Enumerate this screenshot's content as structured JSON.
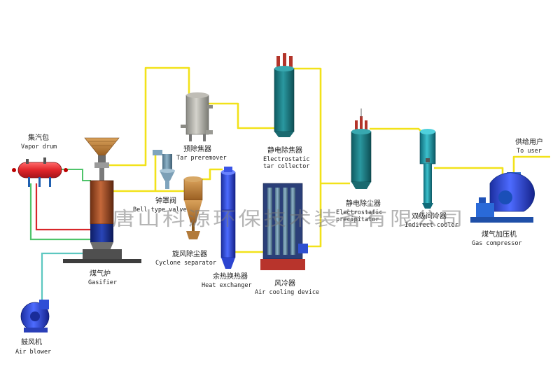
{
  "labels": {
    "vapor_drum": {
      "zh": "集汽包",
      "en": "Vapor drum"
    },
    "gasifier": {
      "zh": "煤气炉",
      "en": "Gasifier"
    },
    "air_blower": {
      "zh": "鼓风机",
      "en": "Air blower"
    },
    "tar_preremover": {
      "zh": "预除焦器",
      "en": "Tar preremover"
    },
    "bell_valve": {
      "zh": "钟罩阀",
      "en": "Bell type valve"
    },
    "cyclone": {
      "zh": "旋风除尘器",
      "en": "Cyclone separator"
    },
    "heat_exchanger": {
      "zh": "余热换热器",
      "en": "Heat exchanger"
    },
    "electrostatic_tar": {
      "zh": "静电除焦器",
      "en1": "Electrostatic",
      "en2": "tar collector"
    },
    "air_cooling": {
      "zh": "风冷器",
      "en": "Air cooling device"
    },
    "electrostatic_precip": {
      "zh": "静电除尘器",
      "en1": "Electrostatic",
      "en2": "precipitator"
    },
    "indirect_cooler": {
      "zh": "双级间冷器",
      "en": "Indirect cooler"
    },
    "gas_compressor": {
      "zh": "煤气加压机",
      "en": "Gas compressor"
    },
    "to_user": {
      "zh": "供给用户",
      "en": "To user"
    }
  },
  "watermark": "唐山科源环保技术装备有限公司",
  "colors": {
    "gas_pipe": "#f2e21a",
    "water_pipe": "#d8262a",
    "steam_pipe": "#4fc46a",
    "air_pipe": "#5cc7c0",
    "vessel_teal": "#1f7d84",
    "gasifier_brown": "#9c4a22",
    "blower_blue": "#1f68c9"
  }
}
